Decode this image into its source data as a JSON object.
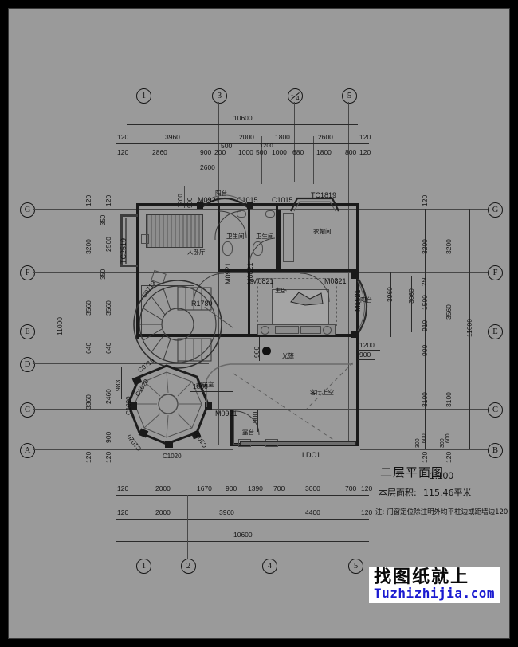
{
  "sheet": {
    "background": "#9a9a9a",
    "border_color": "#000000"
  },
  "title_block": {
    "title": "二层平面图",
    "scale": "1:100",
    "area_label": "本层面积:",
    "area_value": "115.46平米",
    "note": "注: 门窗定位除注明外均平柱边或距墙边120"
  },
  "watermark": {
    "cn": "找图纸就上",
    "en": "Tuzhizhijia.com",
    "en_color": "#1a1ad0"
  },
  "grid_bubbles": {
    "top": [
      "1",
      "3",
      "1",
      "4",
      "5"
    ],
    "bottom": [
      "1",
      "2",
      "4",
      "5"
    ],
    "left": [
      "G",
      "F",
      "E",
      "D",
      "C",
      "A"
    ],
    "right": [
      "G",
      "F",
      "E",
      "C",
      "B"
    ]
  },
  "dimensions": {
    "top_overall": "10600",
    "top_row1": [
      "120",
      "3960",
      "2000",
      "1800",
      "2600",
      "120"
    ],
    "top_row2": [
      "120",
      "2860",
      "900",
      "200",
      "500",
      "1000",
      "500",
      "1000",
      "680",
      "1800",
      "800",
      "120"
    ],
    "top_local_2600": "2600",
    "top_local_1200": "1200",
    "top_local_900": "900",
    "bottom_row1": [
      "120",
      "2000",
      "1670",
      "900",
      "1390",
      "700",
      "3000",
      "700",
      "120"
    ],
    "bottom_row2": [
      "2000",
      "3960",
      "4400"
    ],
    "bottom_overall": "10600",
    "bottom_edge": [
      "120",
      "120"
    ],
    "left_overall": "11000",
    "left_col_outer": [
      "120",
      "3200",
      "3560",
      "640",
      "3360",
      "120"
    ],
    "left_col_inner": [
      "120",
      "350",
      "2500",
      "3560",
      "640",
      "2460",
      "900",
      "120"
    ],
    "left_350_a": "350",
    "left_350_b": "350",
    "right_col_inner": [
      "120",
      "3200",
      "250",
      "1500",
      "910",
      "900",
      "3100",
      "600",
      "300",
      "120"
    ],
    "right_col_outer": [
      "3200",
      "3560",
      "3100",
      "600",
      "300",
      "120"
    ],
    "right_overall": "11000",
    "interior_983": "983",
    "interior_1800": "1800",
    "interior_900_a": "900",
    "interior_900_b": "900",
    "interior_1200": "1200",
    "interior_3960": "3960",
    "interior_3060": "3060",
    "interior_900_c": "900",
    "stair_radius": "R1780"
  },
  "door_window_tags": [
    {
      "id": "TC2519",
      "vertical": true
    },
    {
      "id": "M0921"
    },
    {
      "id": "C1015"
    },
    {
      "id": "C1015"
    },
    {
      "id": "TC1819"
    },
    {
      "id": "M0921",
      "vertical": true
    },
    {
      "id": "M0821",
      "vertical": true
    },
    {
      "id": "M0821"
    },
    {
      "id": "M0821"
    },
    {
      "id": "M1521",
      "vertical": true
    },
    {
      "id": "C0719",
      "vertical": true
    },
    {
      "id": "C0719",
      "vertical": true
    },
    {
      "id": "C1020",
      "vertical": true
    },
    {
      "id": "C1020",
      "vertical": true
    },
    {
      "id": "C1020",
      "vertical": true
    },
    {
      "id": "C1020"
    },
    {
      "id": "C1020",
      "vertical": true
    },
    {
      "id": "M0921"
    },
    {
      "id": "LDC1"
    }
  ],
  "room_labels": [
    {
      "name": "人卧厅"
    },
    {
      "name": "阳台"
    },
    {
      "name": "卫生间"
    },
    {
      "name": "卫生间"
    },
    {
      "name": "衣帽间"
    },
    {
      "name": "主卧"
    },
    {
      "name": "光篷"
    },
    {
      "name": "阳台"
    },
    {
      "name": "起居室"
    },
    {
      "name": "露台"
    },
    {
      "name": "客厅上空"
    }
  ]
}
